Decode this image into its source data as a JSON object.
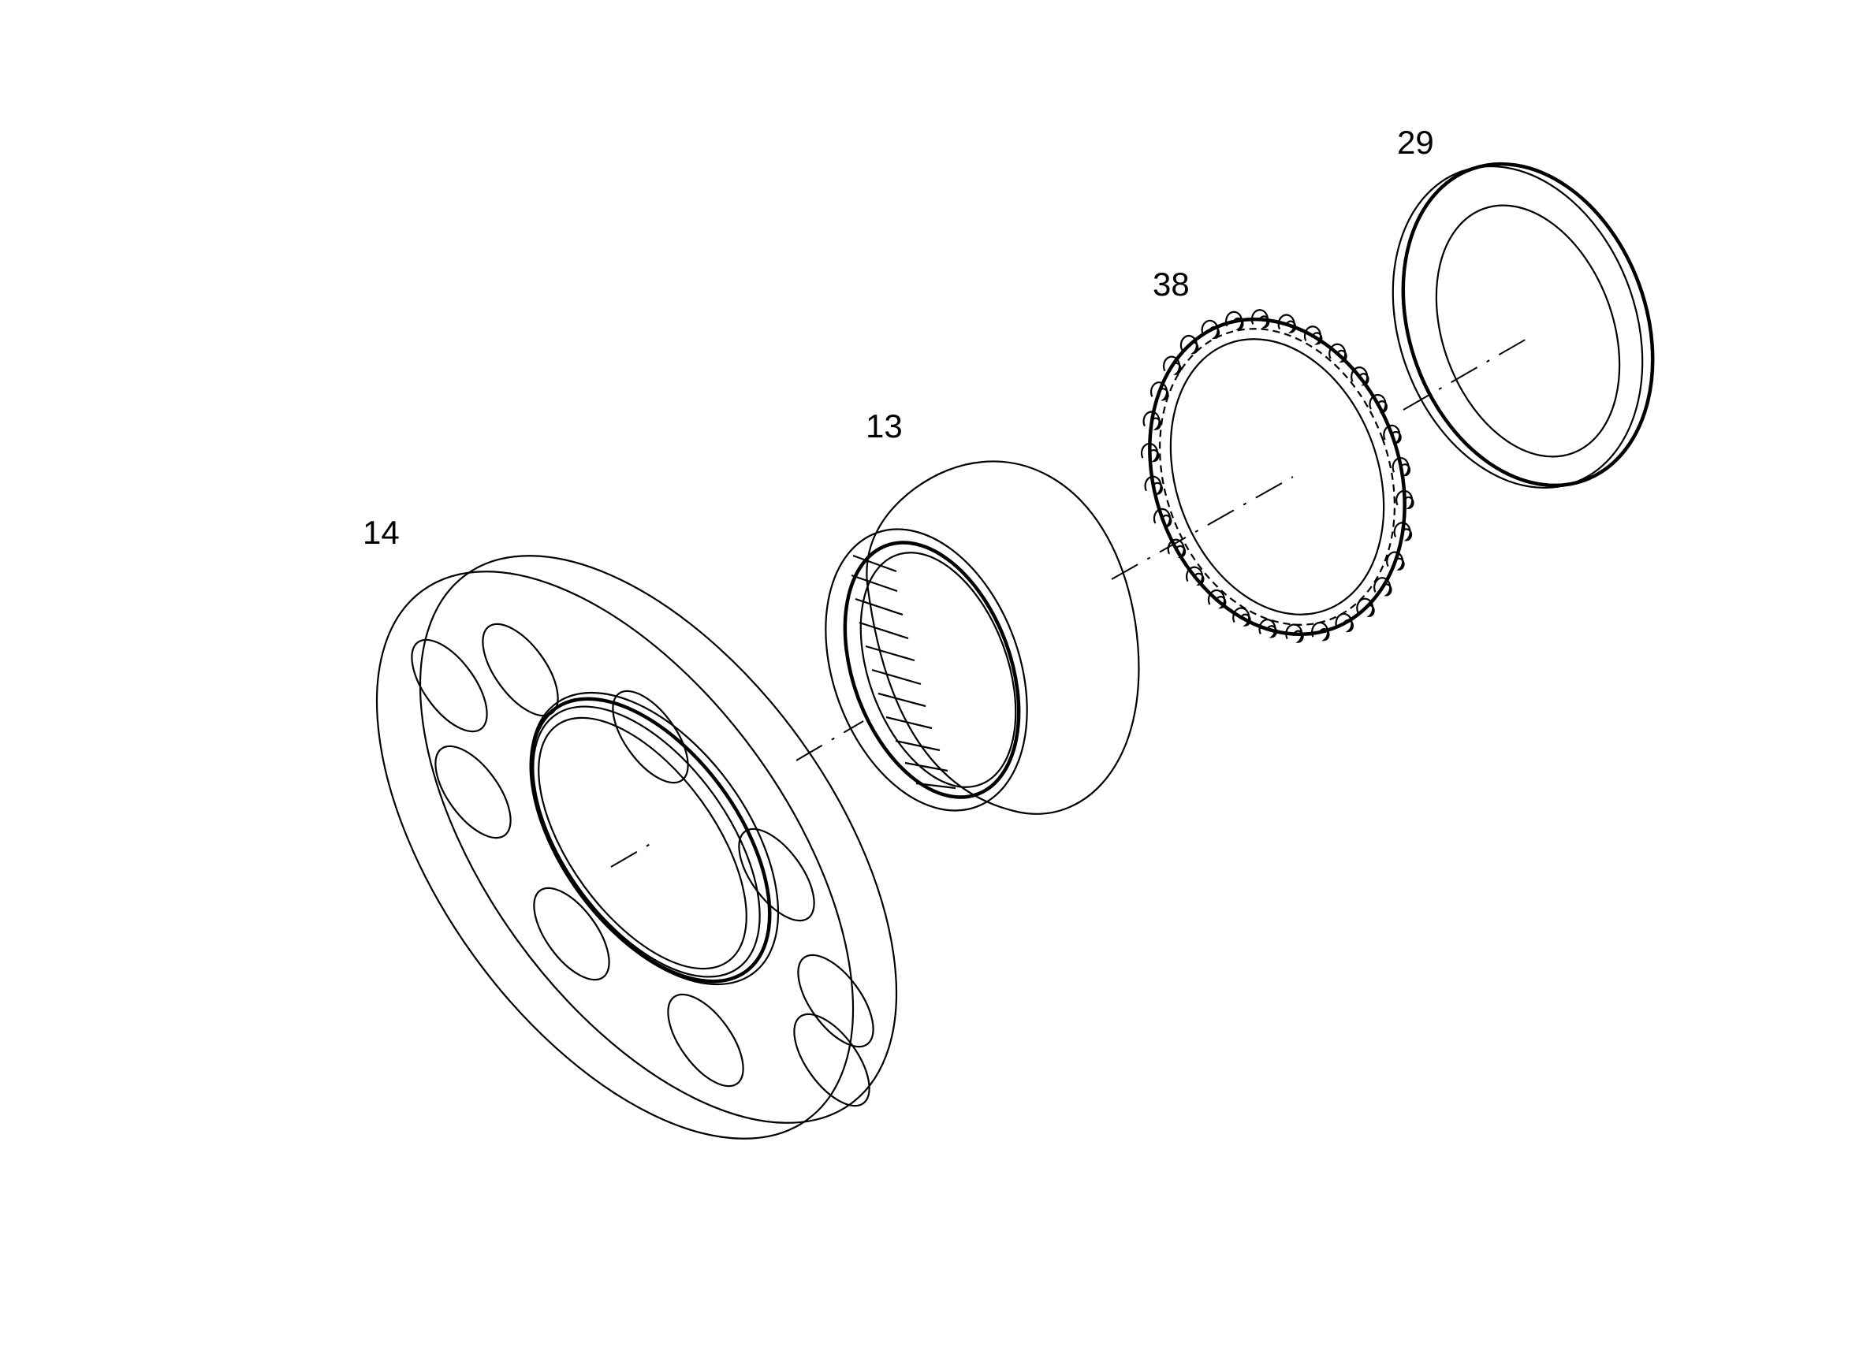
{
  "callouts": {
    "plate": "14",
    "bearing": "13",
    "spring_ring": "38",
    "washer": "29"
  },
  "colors": {
    "line": "#000000",
    "background": "#ffffff"
  }
}
